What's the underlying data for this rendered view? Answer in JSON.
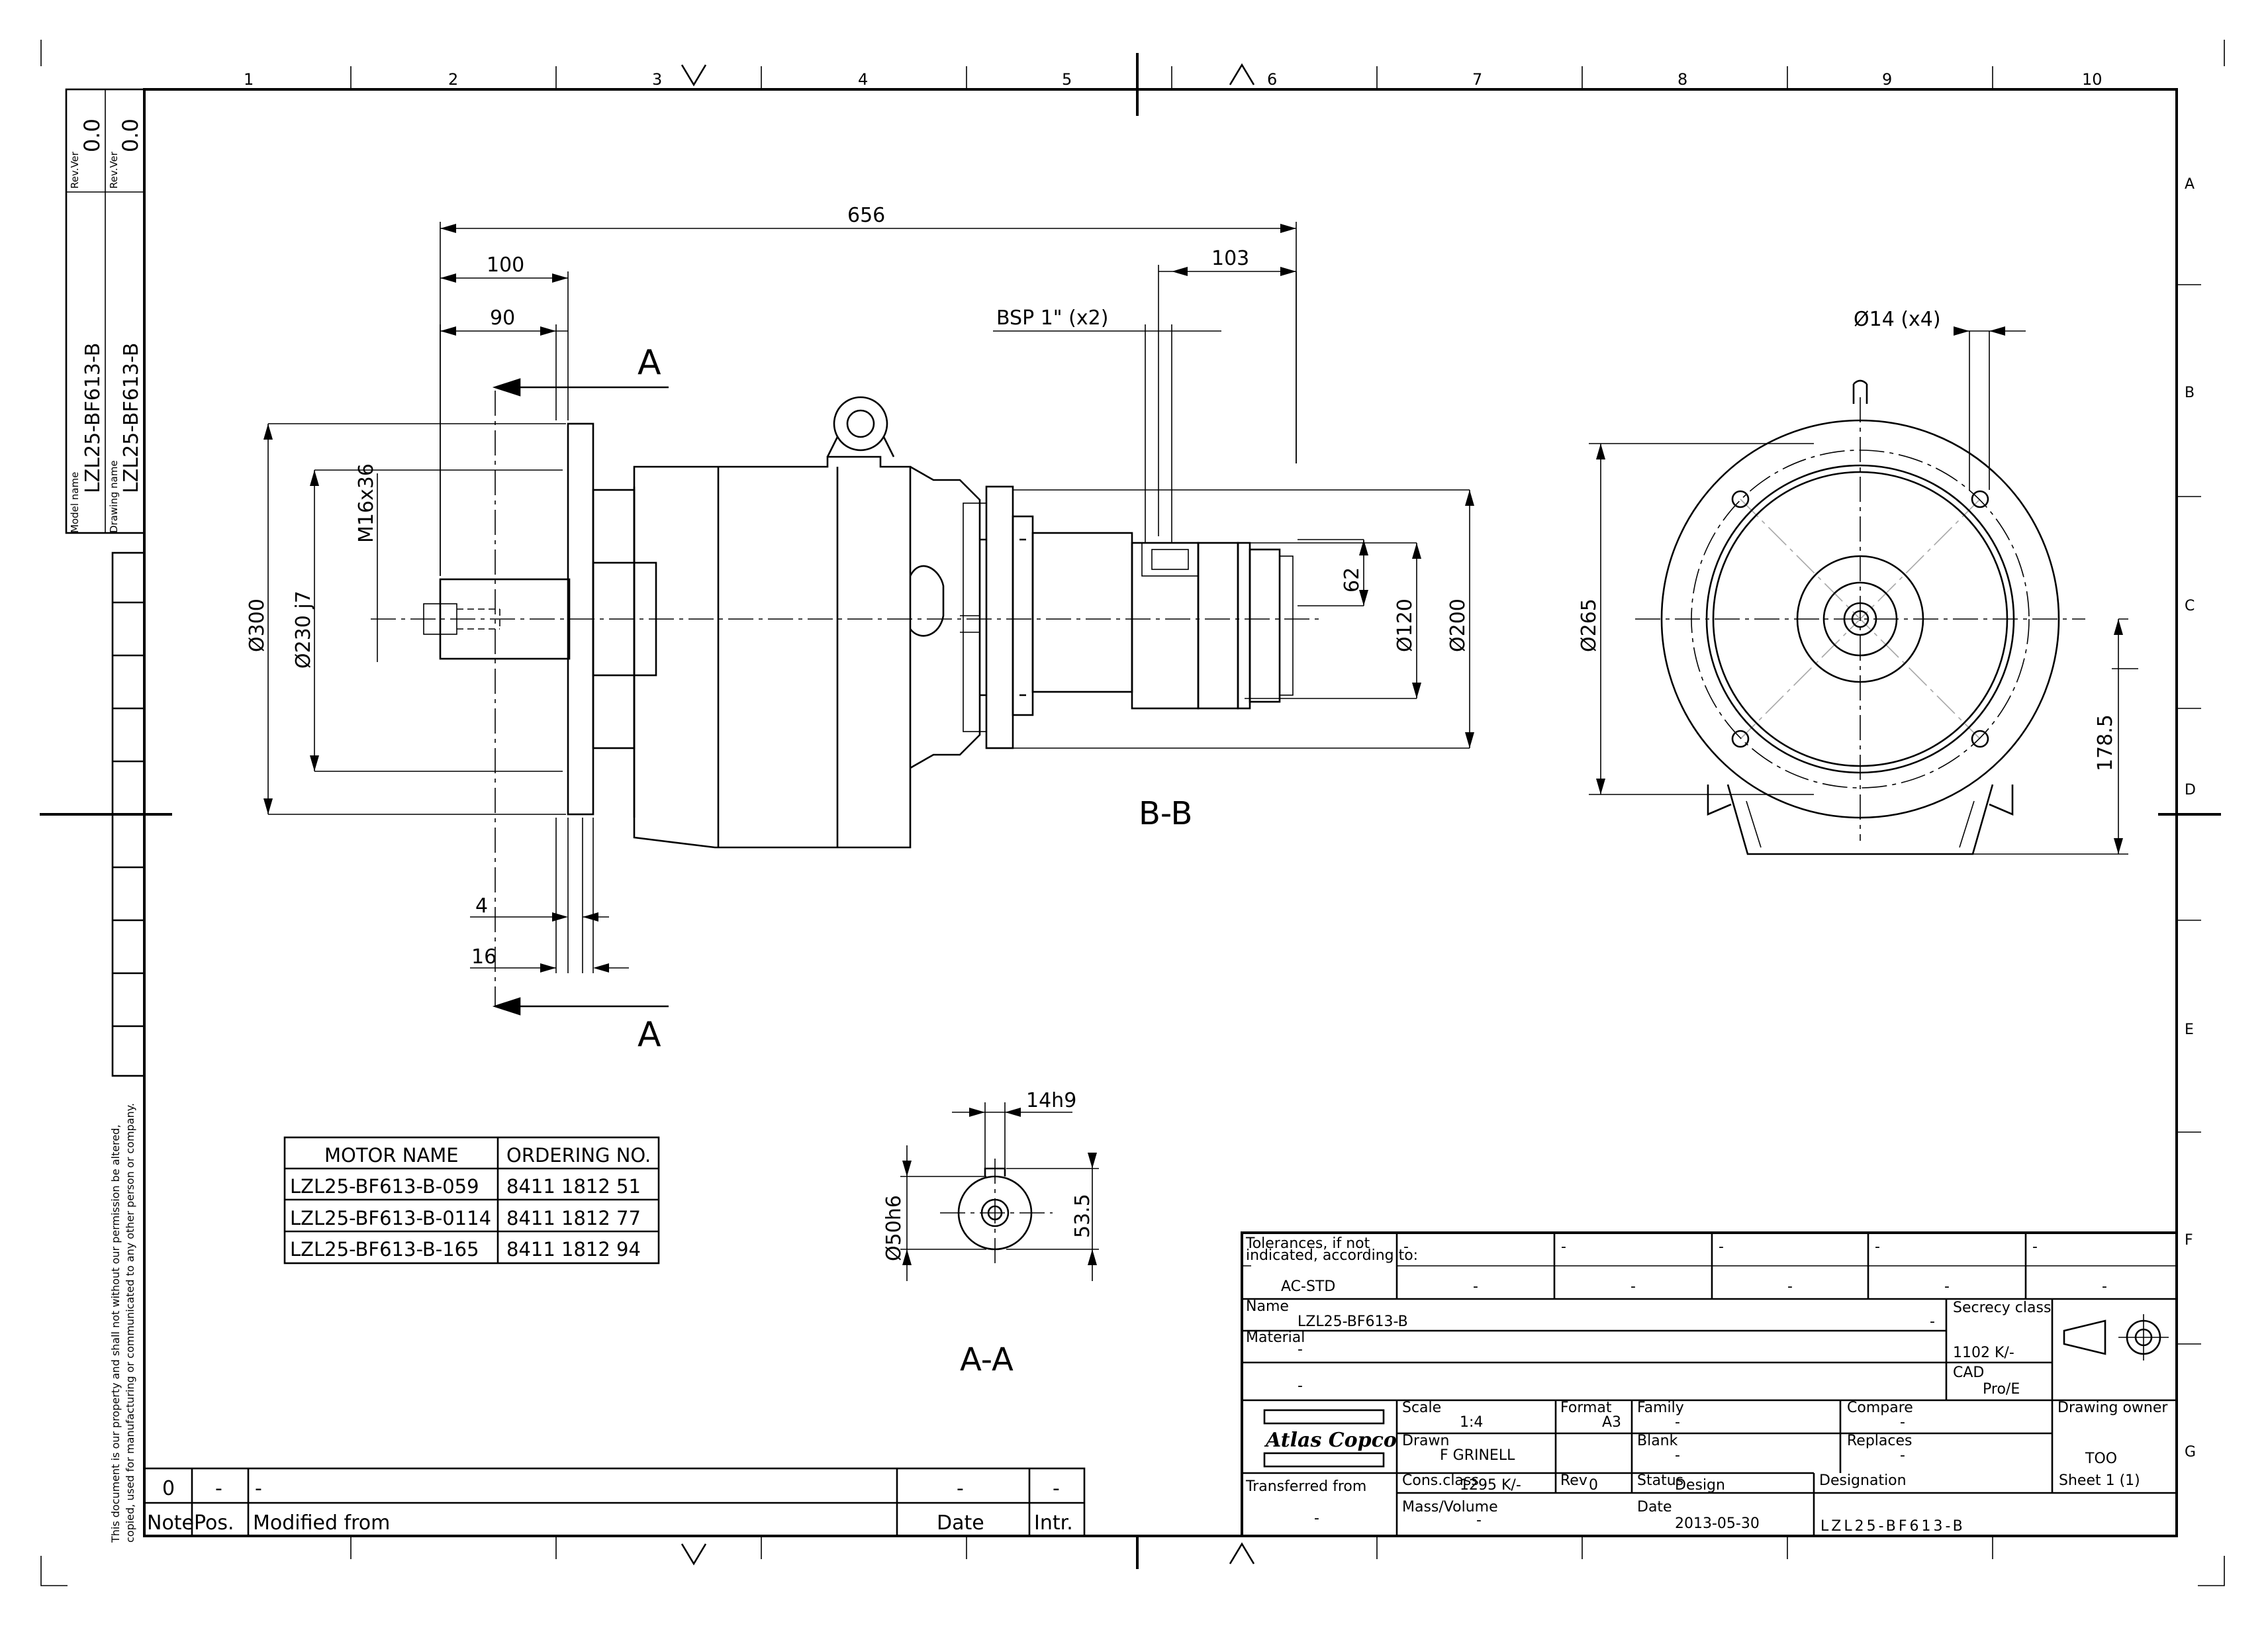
{
  "border": {
    "columns": [
      "1",
      "2",
      "3",
      "4",
      "5",
      "6",
      "7",
      "8",
      "9",
      "10"
    ],
    "rows": [
      "A",
      "B",
      "C",
      "D",
      "E",
      "F",
      "G"
    ]
  },
  "side_label": {
    "model_name_label": "Model name",
    "model_name": "LZL25-BF613-B",
    "drawing_name_label": "Drawing name",
    "drawing_name": "LZL25-BF613-B",
    "rev_label": "Rev.Ver",
    "rev1": "0.0",
    "rev2": "0.0"
  },
  "disclaimer": {
    "line1": "This document is our property and shall not without our permission be altered,",
    "line2": "copied, used for manufacturing or communicated to any other person or company."
  },
  "dimensions": {
    "overall_length": "656",
    "d100": "100",
    "d90": "90",
    "d103": "103",
    "bsp": "BSP 1\" (x2)",
    "d300": "Ø300",
    "d230": "Ø230 j7",
    "m16": "M16x36",
    "d62": "62",
    "d120": "Ø120",
    "d200": "Ø200",
    "d4": "4",
    "d16": "16",
    "holes": "Ø14 (x4)",
    "d265": "Ø265",
    "d178": "178.5",
    "d14h9": "14h9",
    "d50": "Ø50h6",
    "d53": "53.5"
  },
  "section_labels": {
    "a_top": "A",
    "a_bottom": "A",
    "bb": "B-B",
    "aa": "A-A"
  },
  "ordering_table": {
    "headers": [
      "MOTOR NAME",
      "ORDERING NO."
    ],
    "rows": [
      [
        "LZL25-BF613-B-059",
        "8411 1812 51"
      ],
      [
        "LZL25-BF613-B-0114",
        "8411 1812 77"
      ],
      [
        "LZL25-BF613-B-165",
        "8411 1812 94"
      ]
    ]
  },
  "revision_block": {
    "row": [
      "0",
      "-",
      "-",
      "-",
      "-"
    ],
    "headers": [
      "Note",
      "Pos.",
      "Modified from",
      "Date",
      "Intr."
    ]
  },
  "title_block": {
    "tolerances_label1": "Tolerances, if not",
    "tolerances_label2": "indicated, according to:",
    "tolerances_value": "AC-STD",
    "tol_cells": [
      "-",
      "-",
      "-",
      "-",
      "-"
    ],
    "tol_vals": [
      "-",
      "-",
      "-",
      "-",
      "-"
    ],
    "name_label": "Name",
    "name": "LZL25-BF613-B",
    "name_dash": "-",
    "secrecy_label": "Secrecy class",
    "secrecy": "1102 K/-",
    "material_label": "Material",
    "material": "-",
    "material2": "-",
    "cad_label": "CAD",
    "cad": "Pro/E",
    "logo": "Atlas Copco",
    "scale_label": "Scale",
    "scale": "1:4",
    "format_label": "Format",
    "format": "A3",
    "family_label": "Family",
    "family": "-",
    "compare_label": "Compare",
    "compare": "-",
    "owner_label": "Drawing owner",
    "owner": "TOO",
    "drawn_label": "Drawn",
    "drawn": "F GRINELL",
    "blank_label": "Blank",
    "blank": "-",
    "replaces_label": "Replaces",
    "replaces": "-",
    "transferred_label": "Transferred from",
    "transferred": "-",
    "cons_label": "Cons.class",
    "cons": "1295 K/-",
    "rev_label": "Rev",
    "rev": "0",
    "status_label": "Status",
    "status": "Design",
    "designation_label": "Designation",
    "sheet_label": "Sheet 1 (1)",
    "designation": "LZL25-BF613-B",
    "mass_label": "Mass/Volume",
    "mass": "-",
    "date_label": "Date",
    "date": "2013-05-30"
  }
}
